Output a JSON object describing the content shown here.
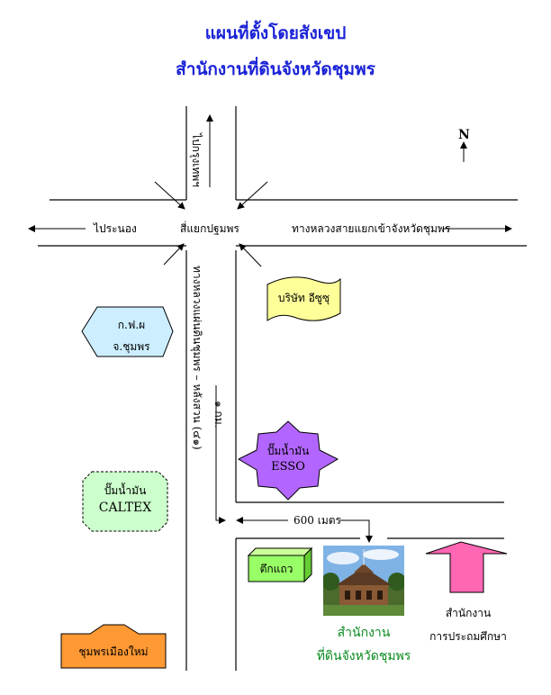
{
  "title": {
    "line1": "แผนที่ตั้งโดยสังเขป",
    "line2": "สำนักงานที่ดินจังหวัดชุมพร"
  },
  "compass": {
    "label": "N"
  },
  "roads": {
    "north": "ไปกรุงเทพฯ",
    "west": "ไประนอง",
    "intersection": "สี่แยกปฐมพร",
    "east": "ทางหลวงสายแยกเข้าจังหวัดชุมพร",
    "south": "ทางหลวงแผ่นดินชุมพร – หลังสวน (๔๑)",
    "km": "๑ กม.",
    "distance": "600 เมตร"
  },
  "landmarks": {
    "isuzu": "บริษัท อีซูซุ",
    "egat_line1": "ก.ฟ.ผ",
    "egat_line2": "จ.ชุมพร",
    "esso_line1": "ปั๊มน้ำมัน",
    "esso_line2": "ESSO",
    "caltex_line1": "ปั๊มน้ำมัน",
    "caltex_line2": "CALTEX",
    "shophouse": "ตึกแถว",
    "old_town": "ชุมพรเมืองใหม่",
    "office_line1": "สำนักงาน",
    "office_line2": "ที่ดินจังหวัดชุมพร",
    "edu_line1": "สำนักงาน",
    "edu_line2": "การประถมศึกษา"
  },
  "colors": {
    "title": "#1a22d6",
    "isuzu": "#ffff99",
    "egat": "#cceeff",
    "esso": "#b266ff",
    "caltex": "#ccffcc",
    "shophouse": "#99ff66",
    "old_town": "#ff9933",
    "edu_arrow": "#ff66b3",
    "office_caption": "#0a8a1e"
  }
}
